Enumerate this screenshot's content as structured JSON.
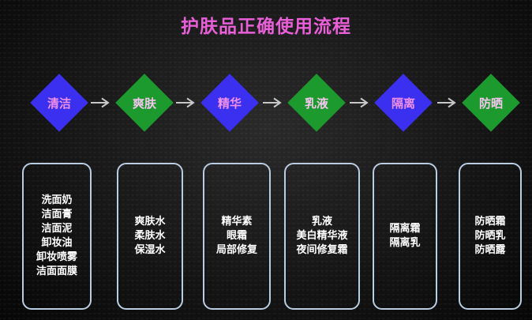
{
  "title": "护肤品正确使用流程",
  "colors": {
    "title": "#e85fd8",
    "diamond_blue": "#3b2ff0",
    "diamond_green": "#1d9a2e",
    "card_border": "#b9cde2",
    "arrow": "#c8c8c8"
  },
  "steps": [
    {
      "label": "清洁",
      "color": "blue"
    },
    {
      "label": "爽肤",
      "color": "green"
    },
    {
      "label": "精华",
      "color": "blue"
    },
    {
      "label": "乳液",
      "color": "green"
    },
    {
      "label": "隔离",
      "color": "blue"
    },
    {
      "label": "防晒",
      "color": "green"
    }
  ],
  "products": [
    [
      "洗面奶",
      "洁面膏",
      "洁面泥",
      "卸妆油",
      "卸妆喷雾",
      "洁面面膜"
    ],
    [
      "爽肤水",
      "柔肤水",
      "保湿水"
    ],
    [
      "精华素",
      "眼霜",
      "局部修复"
    ],
    [
      "乳液",
      "美白精华液",
      "夜间修复霜"
    ],
    [
      "隔离霜",
      "隔离乳"
    ],
    [
      "防晒霜",
      "防晒乳",
      "防晒露"
    ]
  ]
}
